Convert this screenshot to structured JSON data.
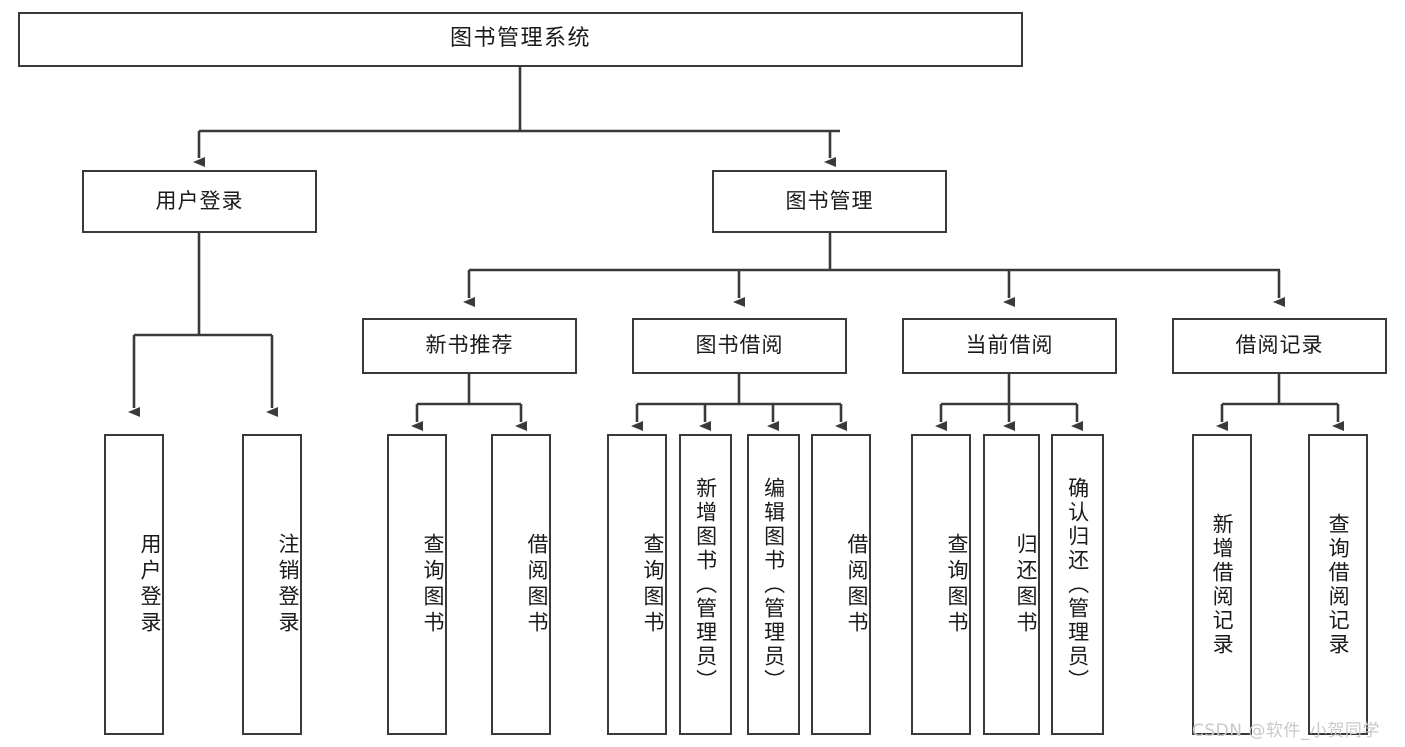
{
  "diagram": {
    "title": "图书管理系统",
    "type": "function-structure-tree",
    "orientation": "top-down",
    "colors": {
      "box_border": "#3a3a3a",
      "box_fill": "#ffffff",
      "connector": "#3a3a3a",
      "text": "#1a1a1a",
      "watermark": "#c9c9c9",
      "background": "#ffffff"
    },
    "root": {
      "label": "图书管理系统"
    },
    "level2": [
      {
        "id": "user-login",
        "label": "用户登录"
      },
      {
        "id": "book-management",
        "label": "图书管理"
      }
    ],
    "level3": [
      {
        "id": "new-book-recommend",
        "label": "新书推荐",
        "parent": "book-management"
      },
      {
        "id": "book-borrow",
        "label": "图书借阅",
        "parent": "book-management"
      },
      {
        "id": "current-borrow",
        "label": "当前借阅",
        "parent": "book-management"
      },
      {
        "id": "borrow-record",
        "label": "借阅记录",
        "parent": "book-management"
      }
    ],
    "leaves": {
      "user-login": [
        {
          "id": "leaf-user-login",
          "label": "用户登录"
        },
        {
          "id": "leaf-user-logout",
          "label": "注销登录"
        }
      ],
      "new-book-recommend": [
        {
          "id": "leaf-query-book-1",
          "label": "查询图书"
        },
        {
          "id": "leaf-borrow-book-1",
          "label": "借阅图书"
        }
      ],
      "book-borrow": [
        {
          "id": "leaf-query-book-2",
          "label": "查询图书"
        },
        {
          "id": "leaf-add-book",
          "label": "新增图书（管理员）"
        },
        {
          "id": "leaf-edit-book",
          "label": "编辑图书（管理员）"
        },
        {
          "id": "leaf-borrow-book-2",
          "label": "借阅图书"
        }
      ],
      "current-borrow": [
        {
          "id": "leaf-query-book-3",
          "label": "查询图书"
        },
        {
          "id": "leaf-return-book",
          "label": "归还图书"
        },
        {
          "id": "leaf-confirm-return",
          "label": "确认归还（管理员）"
        }
      ],
      "borrow-record": [
        {
          "id": "leaf-add-record",
          "label": "新增借阅记录"
        },
        {
          "id": "leaf-query-record",
          "label": "查询借阅记录"
        }
      ]
    }
  },
  "watermark": {
    "text": "CSDN @软件_小贺同学"
  }
}
